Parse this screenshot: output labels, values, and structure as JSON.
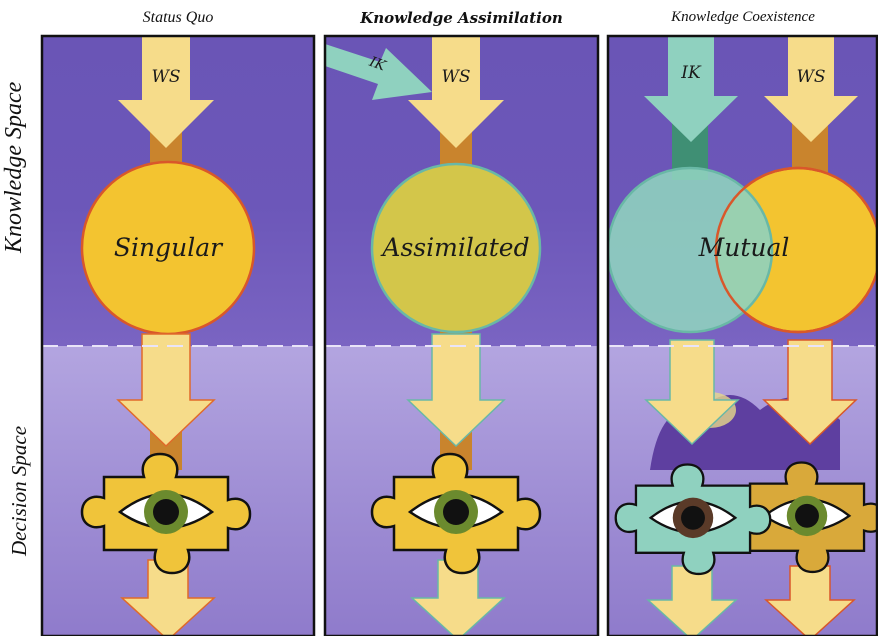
{
  "columns": [
    {
      "title": "Status Quo",
      "circle_label": "Singular"
    },
    {
      "title": "Knowledge Assimilation",
      "circle_label": "Assimilated"
    },
    {
      "title": "Knowledge Coexistence",
      "circle_label": "Mutual"
    }
  ],
  "sections": {
    "top": "Knowledge Space",
    "bottom": "Decision Space"
  },
  "arrow_labels": {
    "ws": "WS",
    "ik": "IK"
  },
  "colors": {
    "space_dark": "#6a55b6",
    "space_light": "#a795d8",
    "ws_arrow": "#f6dc8a",
    "ik_arrow": "#8fd1bf",
    "singular_fill": "#f3c430",
    "assimilated_fill": "#d3c64a",
    "puzzle_fill": "#f0c43a",
    "stem_orange": "#c9842d",
    "border": "#111111"
  },
  "icons": [
    "down-arrow-icon",
    "puzzle-piece-icon",
    "eye-icon"
  ]
}
